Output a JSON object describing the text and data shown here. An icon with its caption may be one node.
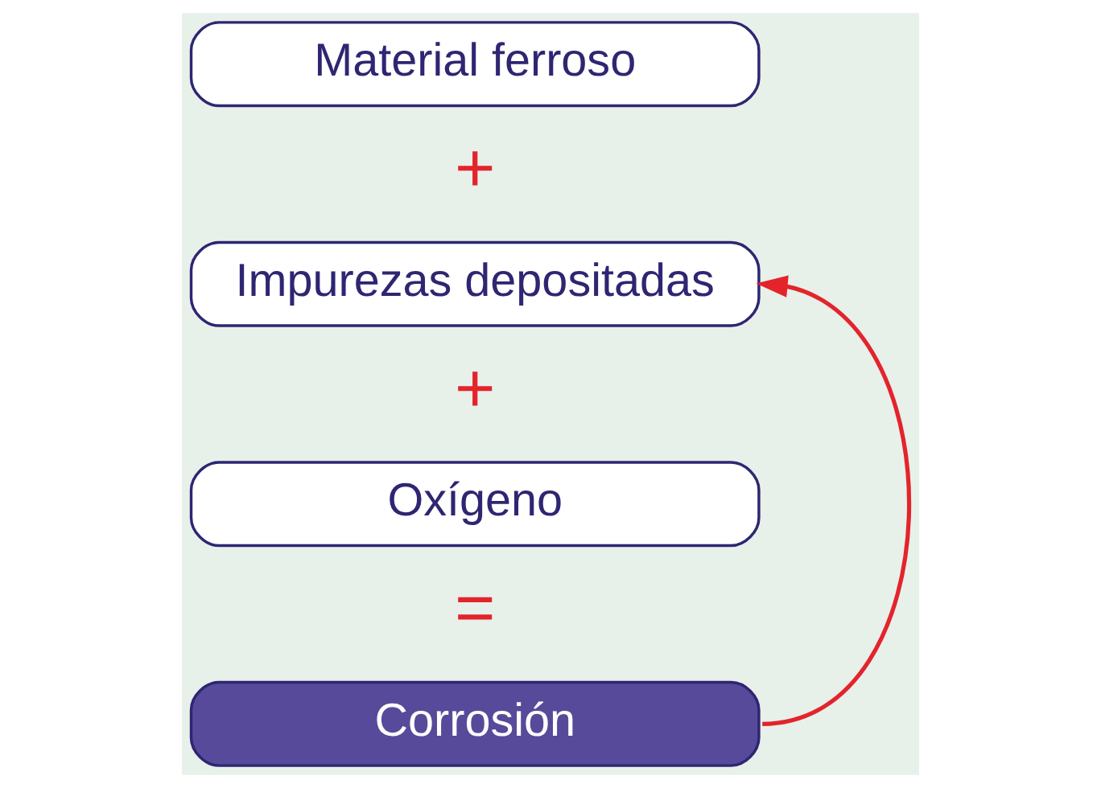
{
  "diagram": {
    "nodes": [
      {
        "text": [
          "Material ferroso"
        ]
      },
      {
        "text": [
          "Impurezas depositadas"
        ]
      },
      {
        "text": [
          "Oxígeno"
        ]
      },
      {
        "text": [
          "Corrosión"
        ]
      }
    ],
    "edges": [
      {
        "from": 3,
        "to": 1,
        "arrow": "to",
        "color": "#e3242b"
      }
    ],
    "labels": [
      "+",
      "+",
      "="
    ]
  }
}
